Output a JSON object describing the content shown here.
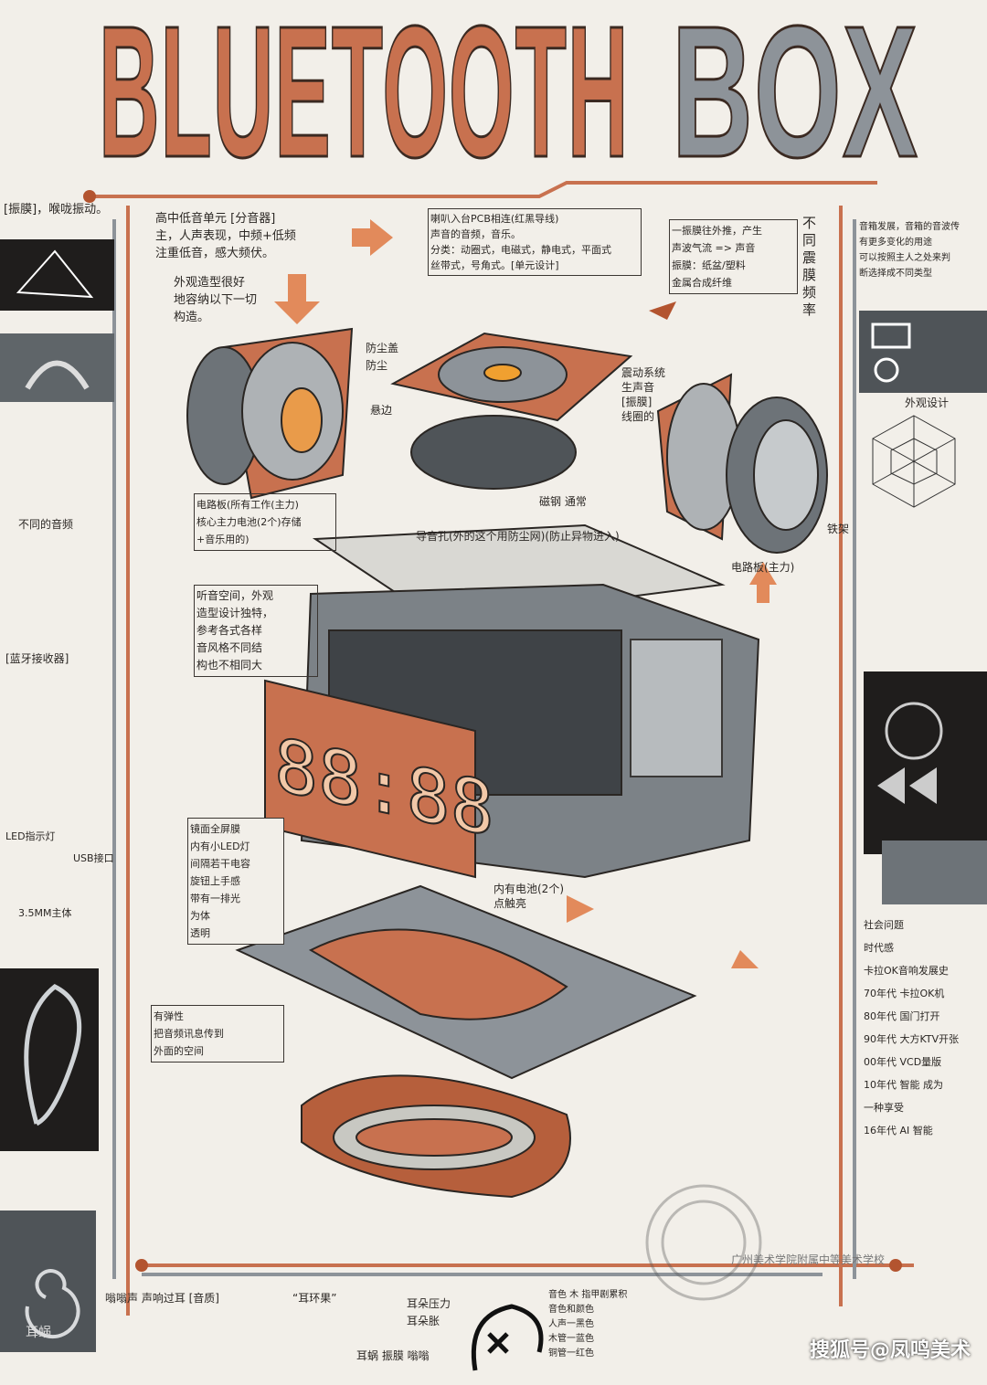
{
  "title": {
    "word1": "BLUETOOTH",
    "word2": "BOX"
  },
  "notes": {
    "diaphragm": "[振膜]，喉咙振动。",
    "units": "高中低音单元 [分音器]\n主，人声表现，中频+低频\n注重低音，感大频伏。",
    "exterior": "外观造型很好\n地容纳以下一切\n构造。",
    "pcb": "喇叭入台PCB相连(红黑导线)\n声音的音频，音乐。\n分类：动圈式，电磁式，静电式，平面式\n丝带式，号角式。[单元设计]",
    "vibration": "一振膜往外推，产生\n声波气流 => 声音\n振膜：纸盆/塑料\n金属合成纤维",
    "freq": "不同震膜频率",
    "dustcap": "防尘盖\n防尘",
    "surround": "悬边",
    "voicecoil": "震动系统\n生声音\n[振膜]\n线圈的",
    "magnet": "磁钢 通常",
    "frame": "铁架",
    "soundhole": "导音孔(外的这个用防尘网)(防止异物进入)",
    "circuit": "电路板(所有工作(主力)\n核心主力电池(2个)存储\n+音乐用的)",
    "circuit_main": "电路板(主力)",
    "acoustic": "听音空间，外观\n造型设计独特，\n参考各式各样\n音风格不同结\n构也不相同大",
    "battery": "内有电池(2个)\n点触亮",
    "mirror": "镜面全屏膜\n内有小LED灯\n间隔若干电容\n旋钮上手感\n带有一排光\n为体\n透明",
    "elastic": "有弹性\n把音频讯息传到\n外面的空间",
    "right_top": "音箱发展，音箱的音波传\n有更多变化的用途\n可以按照主人之处来判\n断选择成不同类型",
    "exterior_design": "外观设计",
    "social": "社会问题\n时代感\n卡拉OK音响发展史\n70年代 卡拉OK机\n80年代 国门打开\n90年代 大方KTV开张\n00年代 VCD量版\n10年代 智能 成为\n一种享受\n16年代 AI 智能",
    "left_freq": "不同的音频",
    "receiver": "[蓝牙接收器]",
    "led": "LED指示灯",
    "usb": "USB接口",
    "jack": "3.5MM主体",
    "cochlea": "耳蜗",
    "buzz": "嗡嗡声  声响过耳 [音质]",
    "earring": "“耳环果”",
    "pressure": "耳朵压力\n耳朵胀",
    "earvib": "耳蜗 振膜 嗡嗡",
    "color": "音色 木 指甲剧累积\n音色和颜色\n人声一黑色\n木管一蓝色\n铜管一红色"
  },
  "seal": "广州美术学院附属中等美术学校",
  "watermark": "搜狐号@凤鸣美术",
  "colors": {
    "orange": "#c8714f",
    "gray": "#8d9399",
    "dark": "#1f1d1c",
    "paper": "#f2efe9"
  }
}
